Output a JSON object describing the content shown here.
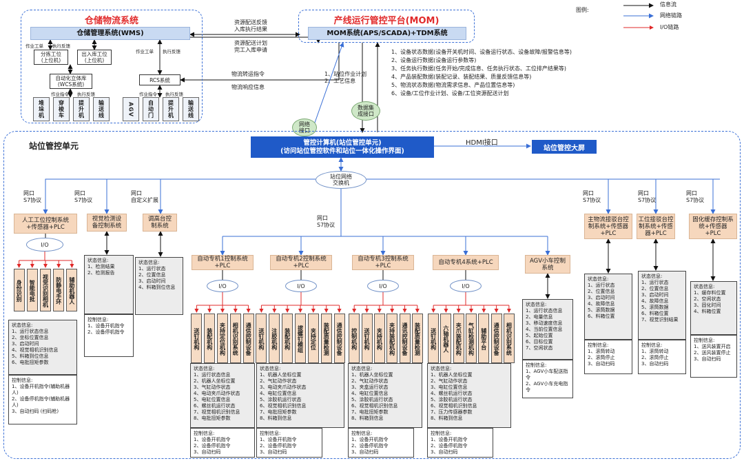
{
  "legend": {
    "title": "图例:",
    "items": [
      {
        "label": "信息流",
        "color": "#111111"
      },
      {
        "label": "网络链路",
        "color": "#3a6fd6"
      },
      {
        "label": "I/O链路",
        "color": "#e02828"
      }
    ]
  },
  "wms_block": {
    "title": "仓储物流系统",
    "wms": "仓储管理系统(WMS)",
    "labels_left": [
      "作业工单",
      "执行反馈"
    ],
    "labels_rcs": [
      "作业工单",
      "执行反馈"
    ],
    "fenjian": "分拣工位\n(上位机)",
    "churuku": "出入库工位\n(上位机)",
    "wcs": "自动化立体库\n(WCS系统)",
    "rcs": "RCS系统",
    "wcs_feedback": [
      "作业指令",
      "执行反馈"
    ],
    "rcs_feedback": [
      "作业指令",
      "执行反馈"
    ],
    "equipment": [
      "堆垛机",
      "穿梭车",
      "提升机",
      "输送线",
      "AGV",
      "自动门",
      "提升机",
      "输送线"
    ]
  },
  "mom_block": {
    "title": "产线运行管控平台(MOM)",
    "bar": "MOM系统(APS/SCADA)+TDM系统"
  },
  "flows": {
    "wms_mom_top": [
      "资源配送反馈",
      "入库执行结果"
    ],
    "wms_mom_mid": [
      "资源配送计划",
      "完工入库申请"
    ],
    "rcs_in": "物流转运指令",
    "rcs_out": "物流响应信息",
    "site_plan": [
      "1、站位作业计划",
      "2、工艺信息"
    ],
    "net_iface": "网络\n接口",
    "data_iface": "数据集\n成接口",
    "mom_data": [
      "1、设备状态数据(设备开关机时间、设备运行状态、设备故障/报警信息等)",
      "2、设备运行数据(设备运行参数等)",
      "3、任务执行数据(任务开始/完成信息、任务执行状态、工位排产结果等)",
      "4、产品装配数据(装配记录、装配结果、质量反馈信息等)",
      "5、物流状态数据(物流需求信息、产品位置信息等)",
      "6、设备/工位作业计划、设备/工位资源配送计划"
    ]
  },
  "station": {
    "title": "站位管控单元",
    "computer": "管控计算机(站位管控单元)\n(访问站位管控软件和站位一体化操作界面)",
    "hdmi": "HDMI接口",
    "bigscreen": "站位管控大屏",
    "switch": "站位网络\n交换机",
    "net_s7": "网口\nS7协议",
    "net_custom": "网口\n自定义扩展",
    "io": "I/O"
  },
  "subsystems": {
    "manual": {
      "title": "人工工位控制系统\n+传感器+PLC",
      "devices": [
        "身份识别",
        "智能电批",
        "视觉识别相机",
        "防静电手环",
        "辅助机器人"
      ],
      "status_title": "状态信息:",
      "status": [
        "1、运行状态信息",
        "2、坐标位置信息",
        "3、启动时间",
        "4、视觉相机识别信息",
        "5、料箱到位信息",
        "6、电批扭矩参数"
      ],
      "control_title": "控制信息:",
      "control": [
        "1、设备开机指令(辅助机器人)",
        "2、设备停机指令(辅助机器人)",
        "3、自动扫码 (扫码枪)"
      ]
    },
    "vision": {
      "title": "视觉检测设\n备控制系统",
      "status_title": "状态信息:",
      "status": [
        "1、检测结果",
        "2、检测报告"
      ],
      "control_title": "控制信息:",
      "control": [
        "1、设备开机指令",
        "2、设备停机指令"
      ]
    },
    "tiaogao": {
      "title": "调高台控\n制系统",
      "status_title": "状态信息:",
      "status": [
        "1、运行状态",
        "2、位置信息",
        "3、启动时间",
        "4、料箱到位信息"
      ]
    },
    "auto1": {
      "title": "自动专机1控制系统\n+PLC",
      "devices": [
        "送钉机构",
        "装配机构",
        "夹持定位机构",
        "相机识别系统",
        "通信控制设备"
      ],
      "status_title": "状态信息:",
      "status": [
        "1、运行状态信息",
        "2、机器人坐标位置",
        "3、气缸动作状态",
        "4、电动夹爪动作状态",
        "5、电缸位置信息",
        "6、螺丝机运行状态",
        "7、视觉相机识别信息",
        "8、电批扭矩参数"
      ],
      "control_title": "控制信息:",
      "control": [
        "1、设备开机指令",
        "2、设备停机指令",
        "3、自动扫码"
      ]
    },
    "auto2": {
      "title": "自动专机2控制系统\n+PLC",
      "devices": [
        "送钉机构",
        "注胶机构",
        "装配机构",
        "拔螺钉模组",
        "夹持定位",
        "装配质量检测",
        "通信控制设备"
      ],
      "status_title": "状态信息:",
      "status": [
        "1、机器人坐标位置",
        "2、气缸动作状态",
        "3、电动夹爪动作状态",
        "4、电缸位置信息",
        "5、涂胶机运行状态",
        "6、视觉相机识别信息",
        "7、电批扭矩参数",
        "8、料箱到信息"
      ],
      "control_title": "控制信息:",
      "control": [
        "1、设备开机指令",
        "2、设备停机指令",
        "3、自动扫码"
      ]
    },
    "auto3": {
      "title": "自动专机3控制系统\n+PLC",
      "devices": [
        "控制机构",
        "送钉机构",
        "夹持机构",
        "夹持装配机构",
        "通讯控制设备",
        "装配质量检测"
      ],
      "status_title": "状态信息:",
      "status": [
        "1、机器人坐标位置",
        "2、气缸动作状态",
        "3、夹盒运行状态",
        "4、电缸位置信息",
        "5、涂胶机运行状态",
        "6、视觉相机识别信息",
        "7、电批扭矩参数",
        "8、料箱到信息"
      ],
      "control_title": "控制信息:",
      "control": [
        "1、设备开机指令",
        "2、设备停机指令",
        "3、自动扫码"
      ]
    },
    "auto4": {
      "title": "自动专机4系统+PLC",
      "devices": [
        "送钉机构",
        "六轴机器人",
        "夹爪装配机构",
        "气缸检测机构",
        "辅助平台",
        "通信控制设备",
        "相机识别系统"
      ],
      "status_title": "状态信息:",
      "status": [
        "1、机器人坐标位置",
        "2、气缸动作状态",
        "3、电缸位置信息",
        "4、螺丝机运行状态",
        "5、涂胶机运行状态",
        "6、视觉相机识别信息",
        "7、压力传感器参数",
        "8、料箱到信息"
      ],
      "control_title": "控制信息:",
      "control": [
        "1、设备开机指令",
        "2、设备停机指令",
        "3、自动扫码"
      ]
    },
    "agv": {
      "title": "AGV小车控制\n系统",
      "status_title": "状态信息:",
      "status": [
        "1、运行状态信息",
        "2、电量信息",
        "3、移动速度信息",
        "4、当前位置信息",
        "5、起始位置",
        "6、目标位置",
        "7、空闲状态"
      ],
      "control_title": "控制信息:",
      "control": [
        "1、AGV小车配送指令",
        "2、AGV小车充电指令"
      ]
    },
    "mainflow": {
      "title": "主物流接驳台控\n制系统+传感器\n+PLC",
      "status_title": "状态信息:",
      "status": [
        "1、运行状态",
        "2、位置信息",
        "3、启动时间",
        "4、故障信息",
        "5、滚筒数据",
        "6、料箱位置"
      ],
      "control_title": "控制信息:",
      "control": [
        "1、滚筒转动",
        "2、滚筒停止",
        "3、自动扫码"
      ]
    },
    "stationflow": {
      "title": "工位接驳台控\n制系统+传感\n器+PLC",
      "status_title": "状态信息:",
      "status": [
        "1、运行状态",
        "2、位置信息",
        "3、启动时间",
        "4、故障信息",
        "5、滚筒数据",
        "6、料箱位置",
        "7、视觉识别结果"
      ],
      "control_title": "控制信息:",
      "control": [
        "1、滚筒转动",
        "2、滚筒停止",
        "3、自动扫码"
      ]
    },
    "cache": {
      "title": "固化缓存控制系\n统+传感器\n+PLC",
      "status_title": "状态信息:",
      "status": [
        "1、缓存料位置",
        "2、空闲状态",
        "3、固化时间",
        "4、料箱位置"
      ],
      "control_title": "控制信息:",
      "control": [
        "1、送风装置开启",
        "2、送风装置停止",
        "3、自动扫码"
      ]
    }
  }
}
